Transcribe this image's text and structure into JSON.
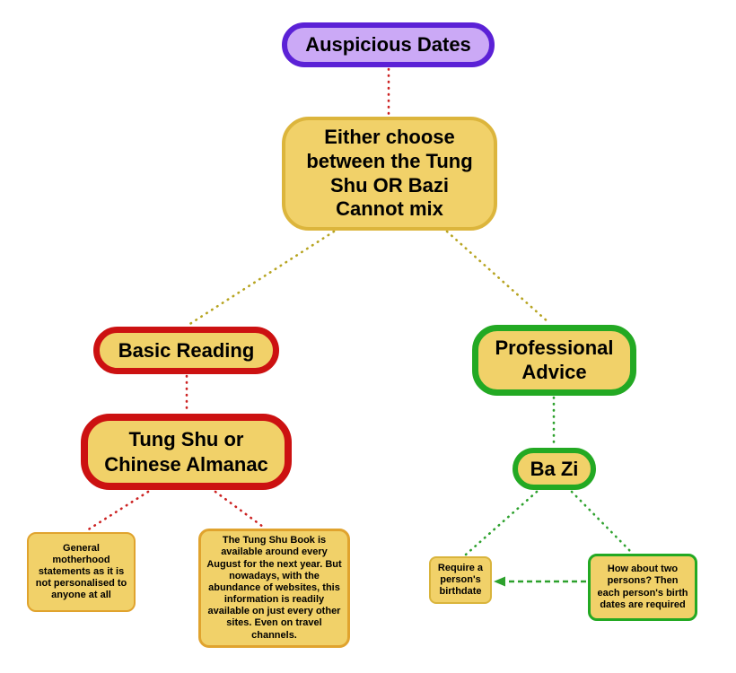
{
  "diagram": {
    "title": "Auspicious Dates",
    "colors": {
      "node_fill": "#F1D169",
      "root_fill": "#CBA9F6",
      "root_border": "#5B21D6",
      "gold_border": "#DCB53C",
      "red_border": "#CC1111",
      "green_border": "#23A923",
      "orange_border": "#E0A32E",
      "edge_red": "#CC2222",
      "edge_olive": "#B7A421",
      "edge_green": "#2DA12D"
    },
    "nodes": {
      "root": {
        "label": "Auspicious Dates"
      },
      "choose": {
        "lines": [
          "Either choose",
          "between the Tung",
          "Shu OR Bazi",
          "Cannot mix"
        ]
      },
      "basic_reading": {
        "label": "Basic Reading"
      },
      "tung_shu": {
        "lines": [
          "Tung Shu or",
          "Chinese Almanac"
        ]
      },
      "professional": {
        "lines": [
          "Professional",
          "Advice"
        ]
      },
      "ba_zi": {
        "label": "Ba Zi"
      },
      "general": {
        "text": "General motherhood statements as it is not personalised to anyone at all"
      },
      "book": {
        "text": "The Tung Shu Book is available around every August for the next year. But nowadays, with the abundance of websites, this information is readily available on just every other sites. Even on travel channels."
      },
      "require": {
        "text": "Require a person's birthdate"
      },
      "two_persons": {
        "text": "How about two persons? Then each person's birth dates are required"
      }
    }
  }
}
